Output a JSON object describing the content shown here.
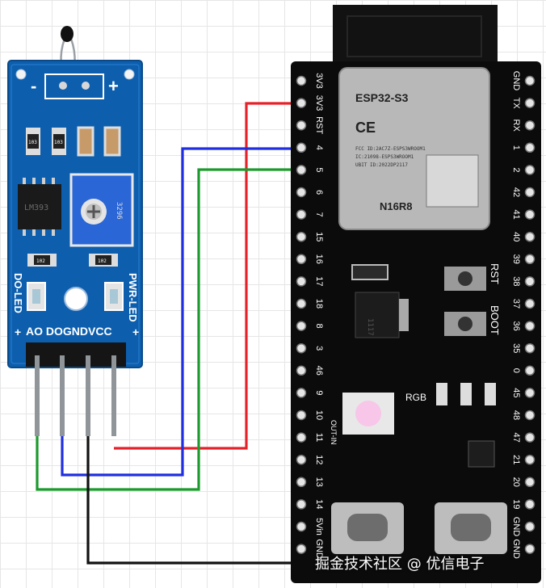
{
  "sensor": {
    "minus": "-",
    "plus": "+",
    "ic_label": "LM393",
    "pot_label": "3296",
    "res_labels": [
      "103",
      "103",
      "102",
      "102"
    ],
    "do_led": "DO-LED",
    "pwr_led": "PWR-LED",
    "pin_labels": "AO DOGNDVCC",
    "pin_plus": "+",
    "pwr_plus": "+"
  },
  "esp32": {
    "module_name": "ESP32-S3",
    "ce": "CE",
    "fcc": "FCC ID:2AC7Z-ESPS3WROOM1",
    "ic": "IC:21098-ESPS3WROOM1",
    "date": "UBIT ID:2022DP2117",
    "variant": "N16R8",
    "rst": "RST",
    "boot": "BOOT",
    "rgb": "RGB",
    "out_in": "OUT-IN",
    "left_pins": [
      "3V3",
      "3V3",
      "RST",
      "4",
      "5",
      "6",
      "7",
      "15",
      "16",
      "17",
      "18",
      "8",
      "3",
      "46",
      "9",
      "10",
      "11",
      "12",
      "13",
      "14",
      "5Vin",
      "GND"
    ],
    "right_pins": [
      "GND",
      "TX",
      "RX",
      "1",
      "2",
      "42",
      "41",
      "40",
      "39",
      "38",
      "37",
      "36",
      "35",
      "0",
      "45",
      "48",
      "47",
      "21",
      "20",
      "19",
      "GND",
      "GND"
    ],
    "regulator": "1117"
  },
  "watermark": "掘金技术社区 @ 优信电子",
  "colors": {
    "red": "#e5222a",
    "blue": "#1f2ee0",
    "green": "#1c9a2d",
    "black": "#111111",
    "pcb_blue": "#0d5fae",
    "pcb_black": "#0b0b0b"
  }
}
